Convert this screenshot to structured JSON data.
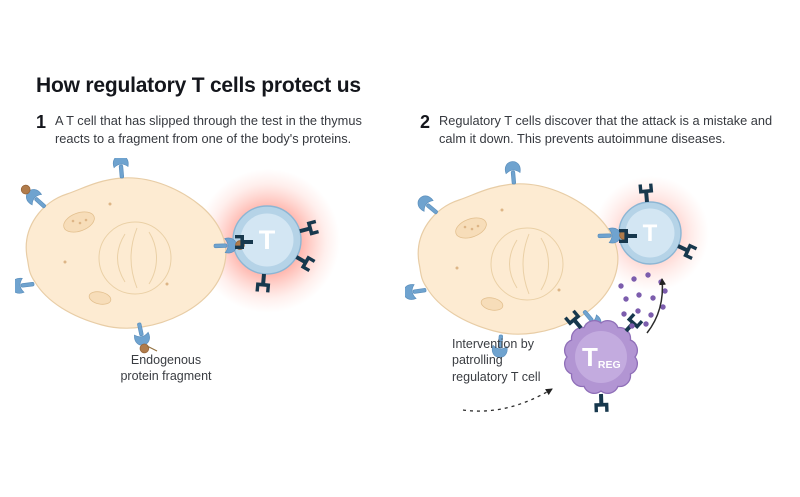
{
  "title": "How regulatory T cells protect us",
  "panels": [
    {
      "number": "1",
      "caption": "A T cell that has slipped through the test in the thymus\nreacts to a fragment from one of the body's proteins.",
      "t_cell_label": "T",
      "fragment_label": "Endogenous\nprotein fragment"
    },
    {
      "number": "2",
      "caption": "Regulatory T cells discover that the attack is a mistake and\ncalm it down. This prevents autoimmune diseases.",
      "t_cell_label": "T",
      "treg_label_main": "T",
      "treg_label_sub": "REG",
      "intervention_label": "Intervention by\npatrolling\nregulatory T cell"
    }
  ],
  "colors": {
    "body_cell_fill": "#fdebd2",
    "body_cell_stroke": "#e8cda6",
    "receptor_blue": "#6fa3cf",
    "fragment_brown": "#b17c4b",
    "tcr_navy": "#17384d",
    "t_cell_fill": "#b5d3e7",
    "t_cell_stroke": "#8cb6d4",
    "t_cell_inner": "#d3e6f3",
    "treg_fill": "#b295d3",
    "treg_stroke": "#8f6fb8",
    "treg_inner": "#c3abdf",
    "dots_purple": "#7c5dad",
    "glow_red": "#ff5440",
    "text_dark": "#14161c"
  }
}
